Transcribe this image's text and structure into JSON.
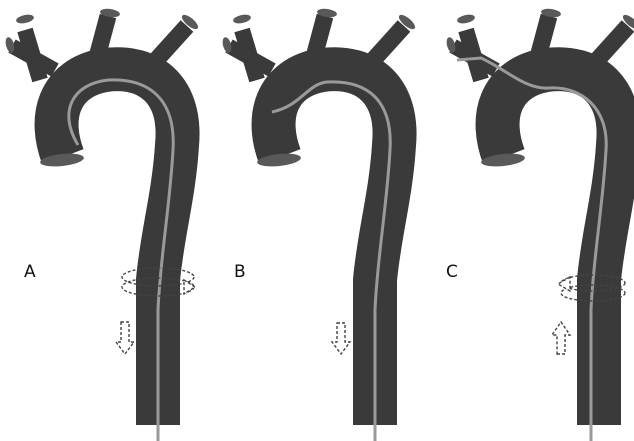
{
  "colors": {
    "vessel": "#3a3a3a",
    "vessel_cap": "#595959",
    "wire": "#9a9a9a",
    "arrow_stroke": "#444444",
    "background": "#ffffff"
  },
  "panels": [
    {
      "label": "A",
      "wire_tip": "left-ostium",
      "arrows": [
        {
          "kind": "rotation-ring",
          "icon": "rotate-clockwise-icon"
        },
        {
          "kind": "straight",
          "direction": "down",
          "icon": "arrow-down-icon"
        }
      ]
    },
    {
      "label": "B",
      "wire_tip": "arch-roof",
      "arrows": [
        {
          "kind": "straight",
          "direction": "down",
          "icon": "arrow-down-icon"
        }
      ]
    },
    {
      "label": "C",
      "wire_tip": "left-branch",
      "arrows": [
        {
          "kind": "rotation-ring",
          "icon": "rotate-counterclockwise-icon"
        },
        {
          "kind": "straight",
          "direction": "up",
          "icon": "arrow-up-icon"
        }
      ]
    }
  ]
}
